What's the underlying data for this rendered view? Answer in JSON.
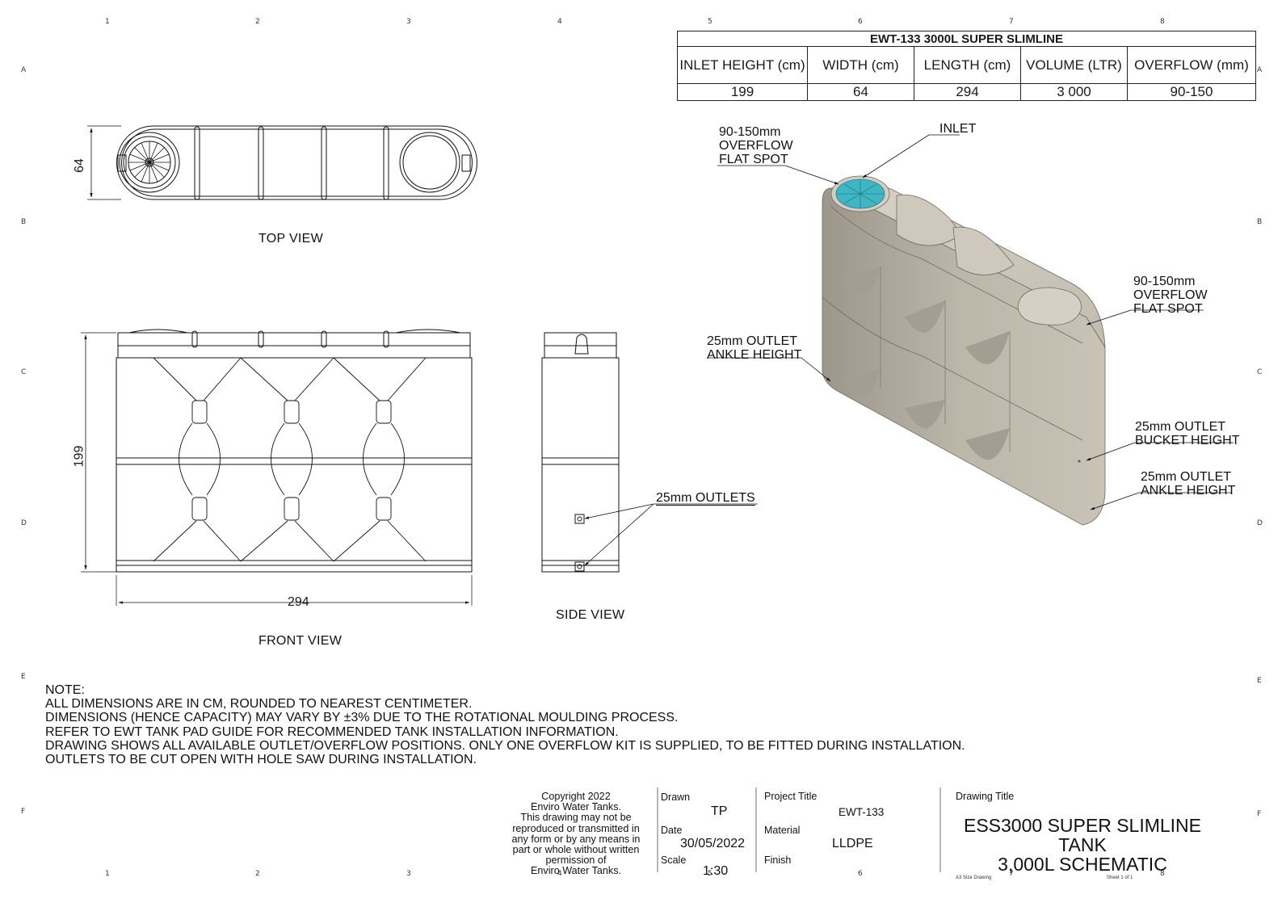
{
  "grid": {
    "columns_top": [
      "1",
      "2",
      "3",
      "4",
      "5",
      "6",
      "7",
      "8"
    ],
    "columns_bottom": [
      "1",
      "2",
      "3",
      "4",
      "5",
      "6",
      "7",
      "8"
    ],
    "rows": [
      "A",
      "B",
      "C",
      "D",
      "E",
      "F"
    ]
  },
  "spec_table": {
    "title": "EWT-133 3000L SUPER SLIMLINE",
    "headers": [
      "INLET HEIGHT (cm)",
      "WIDTH (cm)",
      "LENGTH (cm)",
      "VOLUME (LTR)",
      "OVERFLOW (mm)"
    ],
    "values": [
      "199",
      "64",
      "294",
      "3 000",
      "90-150"
    ]
  },
  "views": {
    "top": {
      "label": "TOP VIEW",
      "dim_width": "64"
    },
    "front": {
      "label": "FRONT VIEW",
      "dim_height": "199",
      "dim_length": "294"
    },
    "side": {
      "label": "SIDE VIEW",
      "outlets_callout": "25mm OUTLETS"
    }
  },
  "iso_callouts": {
    "overflow_left": [
      "90-150mm",
      "OVERFLOW",
      "FLAT SPOT"
    ],
    "inlet": "INLET",
    "overflow_right": [
      "90-150mm",
      "OVERFLOW",
      "FLAT SPOT"
    ],
    "outlet_ankle_left": [
      "25mm OUTLET",
      "ANKLE HEIGHT"
    ],
    "outlet_bucket_right": [
      "25mm OUTLET",
      "BUCKET HEIGHT"
    ],
    "outlet_ankle_right": [
      "25mm OUTLET",
      "ANKLE HEIGHT"
    ]
  },
  "colors": {
    "tank_body": "#c9c3b6",
    "tank_shadow": "#8f897d",
    "inlet_mesh": "#3fb6c4"
  },
  "notes": {
    "heading": "NOTE:",
    "lines": [
      "ALL DIMENSIONS ARE IN CM, ROUNDED TO NEAREST CENTIMETER.",
      "DIMENSIONS (HENCE CAPACITY) MAY VARY BY ±3% DUE TO THE ROTATIONAL MOULDING PROCESS.",
      "REFER TO EWT TANK PAD GUIDE FOR RECOMMENDED TANK INSTALLATION INFORMATION.",
      "DRAWING SHOWS ALL AVAILABLE OUTLET/OVERFLOW POSITIONS. ONLY ONE OVERFLOW KIT IS SUPPLIED, TO BE FITTED DURING INSTALLATION.",
      "OUTLETS TO BE CUT OPEN WITH HOLE SAW DURING INSTALLATION."
    ]
  },
  "title_block": {
    "copyright": [
      "Copyright 2022",
      "Enviro Water Tanks.",
      "This drawing may not be",
      "reproduced or transmitted in",
      "any form or by any means in",
      "part or whole without written",
      "permission of",
      "Enviro Water Tanks."
    ],
    "drawn_label": "Drawn",
    "drawn_value": "TP",
    "date_label": "Date",
    "date_value": "30/05/2022",
    "scale_label": "Scale",
    "scale_value": "1:30",
    "project_title_label": "Project Title",
    "project_title_value": "EWT-133",
    "material_label": "Material",
    "material_value": "LLDPE",
    "finish_label": "Finish",
    "drawing_title_label": "Drawing Title",
    "drawing_title_lines": [
      "ESS3000 SUPER SLIMLINE TANK",
      "3,000L SCHEMATIC"
    ],
    "size_note": "A3 Size Drawing",
    "sheet_note": "Sheet 1 of 1"
  }
}
